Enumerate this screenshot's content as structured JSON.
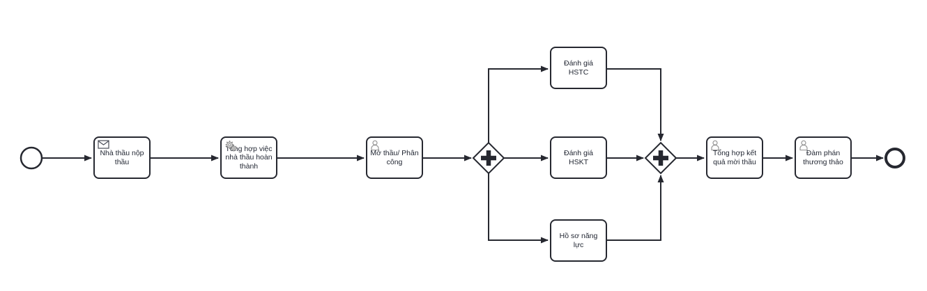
{
  "diagram": {
    "kind": "bpmn-process",
    "colors": {
      "stroke": "#262830",
      "text": "#1f2430",
      "icon": "#8f8f8f",
      "background": "#ffffff"
    },
    "events": {
      "start": {
        "type": "start-event"
      },
      "end": {
        "type": "end-event"
      }
    },
    "gateways": [
      {
        "id": "gateway-split",
        "type": "parallel",
        "symbol": "+"
      },
      {
        "id": "gateway-join",
        "type": "parallel",
        "symbol": "+"
      }
    ]
  },
  "tasks": [
    {
      "id": "task-nha-thau-nop-thau",
      "label": "Nhà thầu nộp thầu",
      "icon": "message-icon"
    },
    {
      "id": "task-tong-hop-viec",
      "label": "Tổng hợp việc nhà thầu hoàn thành",
      "icon": "service-icon"
    },
    {
      "id": "task-mo-thau-phan-cong",
      "label": "Mở thầu/ Phân công",
      "icon": "user-icon"
    },
    {
      "id": "task-danh-gia-hstc",
      "label": "Đánh giá HSTC",
      "icon": null
    },
    {
      "id": "task-danh-gia-hskt",
      "label": "Đánh giá HSKT",
      "icon": null
    },
    {
      "id": "task-ho-so-nang-luc",
      "label": "Hồ sơ năng lực",
      "icon": null
    },
    {
      "id": "task-tong-hop-ket-qua",
      "label": "Tổng hợp kết quả mời thầu",
      "icon": "user-icon"
    },
    {
      "id": "task-dam-phan",
      "label": "Đàm phán thương thảo",
      "icon": "user-icon"
    }
  ],
  "flows": [
    {
      "from": "start",
      "to": "Nhà thầu nộp thầu"
    },
    {
      "from": "Nhà thầu nộp thầu",
      "to": "Tổng hợp việc nhà thầu hoàn thành"
    },
    {
      "from": "Tổng hợp việc nhà thầu hoàn thành",
      "to": "Mở thầu/ Phân công"
    },
    {
      "from": "Mở thầu/ Phân công",
      "to": "gateway-split"
    },
    {
      "from": "gateway-split",
      "to": "Đánh giá HSTC"
    },
    {
      "from": "gateway-split",
      "to": "Đánh giá HSKT"
    },
    {
      "from": "gateway-split",
      "to": "Hồ sơ năng lực"
    },
    {
      "from": "Đánh giá HSTC",
      "to": "gateway-join"
    },
    {
      "from": "Đánh giá HSKT",
      "to": "gateway-join"
    },
    {
      "from": "Hồ sơ năng lực",
      "to": "gateway-join"
    },
    {
      "from": "gateway-join",
      "to": "Tổng hợp kết quả mời thầu"
    },
    {
      "from": "Tổng hợp kết quả mời thầu",
      "to": "Đàm phán thương thảo"
    },
    {
      "from": "Đàm phán thương thảo",
      "to": "end"
    }
  ]
}
